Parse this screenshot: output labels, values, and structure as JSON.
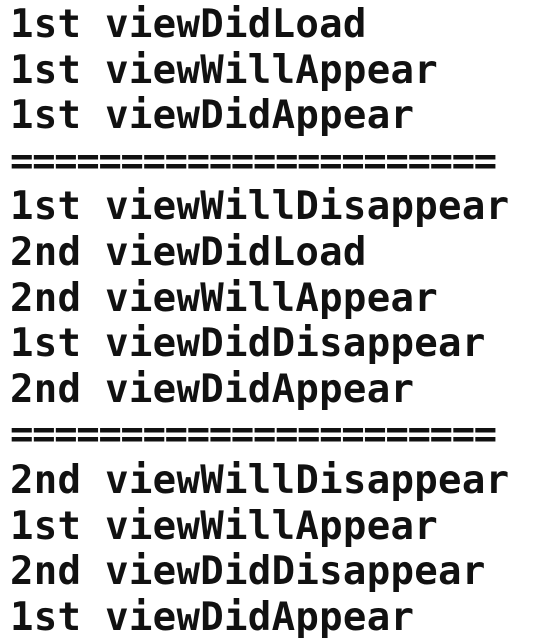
{
  "console": {
    "lines": [
      "1st viewDidLoad",
      "1st viewWillAppear",
      "1st viewDidAppear",
      "======================",
      "1st viewWillDisappear",
      "2nd viewDidLoad",
      "2nd viewWillAppear",
      "1st viewDidDisappear",
      "2nd viewDidAppear",
      "======================",
      "2nd viewWillDisappear",
      "1st viewWillAppear",
      "2nd viewDidDisappear",
      "1st viewDidAppear"
    ]
  }
}
